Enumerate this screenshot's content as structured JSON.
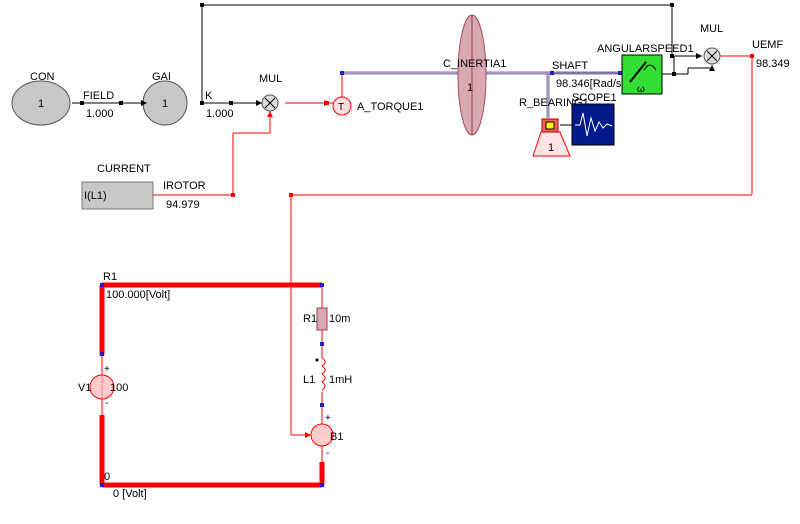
{
  "labels": {
    "con": "CON",
    "con_value": "1",
    "field": "FIELD",
    "field_value": "1.000",
    "gai": "GAI",
    "gai_value": "1",
    "k": "K",
    "k_value": "1.000",
    "mul_left": "MUL",
    "a_torque": "A_TORQUE1",
    "torque_symbol": "T",
    "c_inertia": "C_INERTIA1",
    "inertia_value": "1",
    "shaft": "SHAFT",
    "shaft_value": "98.346[Rad/s]",
    "r_bearing": "R_BEARING1",
    "bearing_value": "1",
    "scope": "SCOPE1",
    "angularspeed": "ANGULARSPEED1",
    "angular_symbol": "ω",
    "mul_right": "MUL",
    "uemf": "UEMF",
    "uemf_value": "98.349",
    "current": "CURRENT",
    "current_expr": "I(L1)",
    "irotor": "IROTOR",
    "irotor_value": "94.979",
    "r1_node": "R1",
    "r1_node_value": "100.000[Volt]",
    "r1": "R1",
    "r1_value": "10m",
    "l1": "L1",
    "l1_value": "1mH",
    "v1": "V1",
    "v1_value": "100",
    "b1": "B1",
    "plus_v1": "+",
    "minus_v1": "-",
    "plus_b1": "+",
    "minus_b1": "-",
    "node0": "0",
    "node0_value": "0   [Volt]"
  },
  "colors": {
    "wire": "#ff0000",
    "signal": "#000000",
    "gray_block": "#c8c8c8",
    "green_block": "#33dd33",
    "scope_bg": "#001a8c",
    "node": "#2020c0"
  }
}
